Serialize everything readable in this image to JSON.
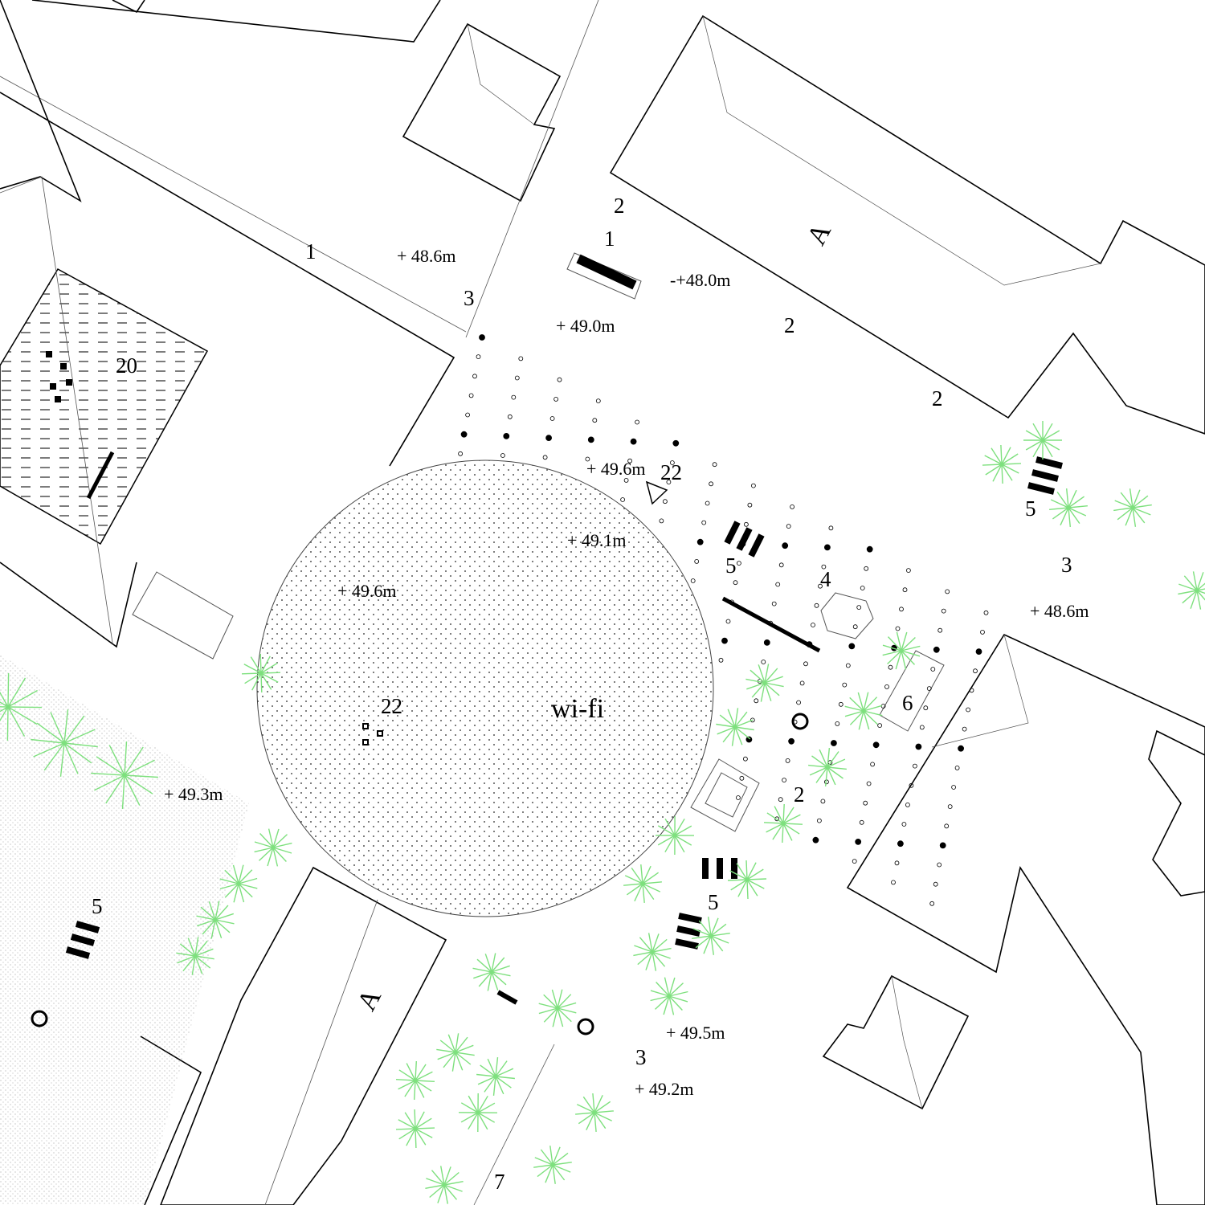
{
  "colors": {
    "line": "#000000",
    "thin": "#555555",
    "tree": "#7ee07e",
    "hatch": "#444444"
  },
  "labels": {
    "n1_road": "1",
    "elev_486_top": "+ 48.6m",
    "n3_left": "3",
    "n2_top": "2",
    "n1_bench": "1",
    "elev_480": "-+48.0m",
    "elev_490": "+ 49.0m",
    "n2_market": "2",
    "letter_a_top": "A",
    "n20": "20",
    "n2_cafe": "2",
    "elev_496_plaza": "+ 49.6m",
    "n22_top": "22",
    "n5_right": "5",
    "n3_right": "3",
    "elev_491": "+ 49.1m",
    "n5_center": "5",
    "n4": "4",
    "elev_486_right": "+ 48.6m",
    "elev_496_left": "+ 49.6m",
    "n6": "6",
    "n22_center": "22",
    "wifi": "wi-fi",
    "elev_493": "+ 49.3m",
    "n2_lower": "2",
    "n5_left": "5",
    "n5_lower": "5",
    "letter_a_bottom": "A",
    "elev_495": "+ 49.5m",
    "n3_bottom": "3",
    "elev_492": "+ 49.2m",
    "n7": "7"
  }
}
